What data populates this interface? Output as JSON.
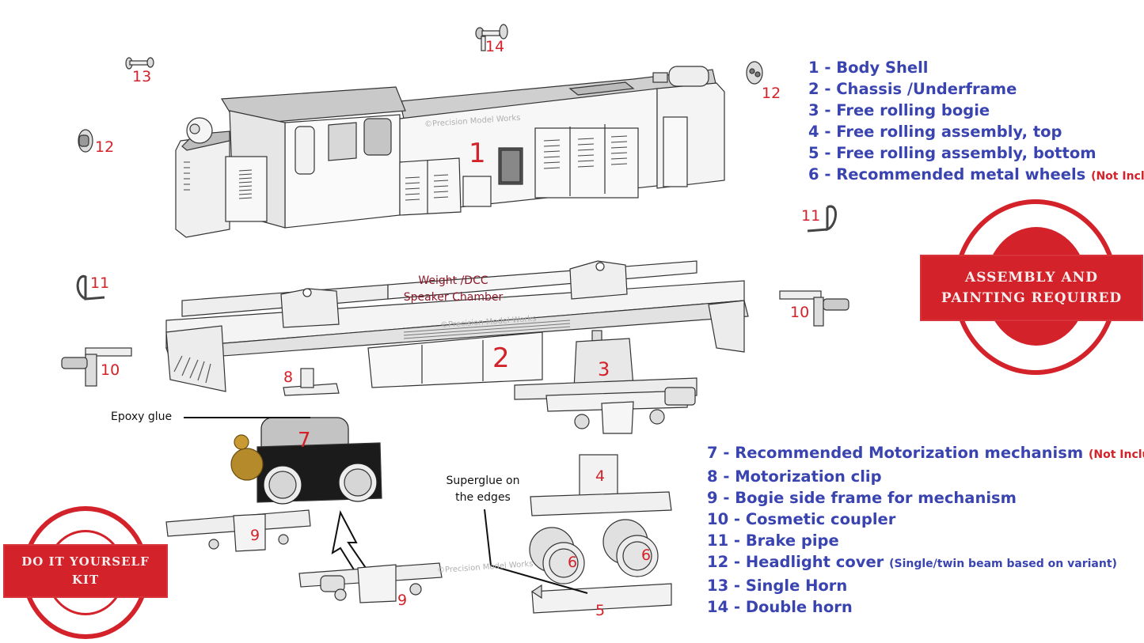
{
  "diagram": {
    "title": "Locomotive kit exploded parts diagram",
    "watermark": "©Precision Model Works",
    "callouts": {
      "body_shell": "1",
      "chassis": "2",
      "bogie": "3",
      "assembly_top": "4",
      "assembly_bottom": "5",
      "wheel_left": "6",
      "wheel_right": "6",
      "motor": "7",
      "motor_clip": "8",
      "side_frame_a": "9",
      "side_frame_b": "9",
      "coupler_left": "10",
      "coupler_right": "10",
      "brake_pipe_left": "11",
      "brake_pipe_right": "11",
      "headlight_left": "12",
      "headlight_right": "12",
      "single_horn": "13",
      "double_horn": "14"
    },
    "annotations": {
      "chamber_line1": "Weight /DCC",
      "chamber_line2": "Speaker Chamber",
      "epoxy": "Epoxy glue",
      "superglue_line1": "Superglue on",
      "superglue_line2": "the edges"
    },
    "stamps": {
      "assembly": {
        "line1": "ASSEMBLY AND",
        "line2": "PAINTING REQUIRED"
      },
      "diy": {
        "line1": "DO IT YOURSELF",
        "line2": "KIT"
      }
    },
    "colors": {
      "legend": "#3a44b0",
      "callout": "#d3222a",
      "stamp": "#d3222a",
      "chamber": "#8b1a2a"
    }
  },
  "legend_top": [
    {
      "num": "1",
      "label": "Body Shell",
      "note": ""
    },
    {
      "num": "2",
      "label": "Chassis /Underframe",
      "note": ""
    },
    {
      "num": "3",
      "label": "Free rolling bogie",
      "note": ""
    },
    {
      "num": "4",
      "label": "Free rolling assembly, top",
      "note": ""
    },
    {
      "num": "5",
      "label": "Free rolling assembly, bottom",
      "note": ""
    },
    {
      "num": "6",
      "label": "Recommended metal wheels",
      "note": "(Not Included)"
    }
  ],
  "legend_bottom": [
    {
      "num": "7",
      "label": "Recommended Motorization mechanism",
      "note": "(Not Included)"
    },
    {
      "num": "8",
      "label": "Motorization clip",
      "note": ""
    },
    {
      "num": "9",
      "label": "Bogie side frame for mechanism",
      "note": ""
    },
    {
      "num": "10",
      "label": "Cosmetic coupler",
      "note": ""
    },
    {
      "num": "11",
      "label": "Brake pipe",
      "note": ""
    },
    {
      "num": "12",
      "label": "Headlight cover",
      "note": "(Single/twin beam based on variant)"
    },
    {
      "num": "13",
      "label": "Single Horn",
      "note": ""
    },
    {
      "num": "14",
      "label": "Double horn",
      "note": ""
    }
  ]
}
